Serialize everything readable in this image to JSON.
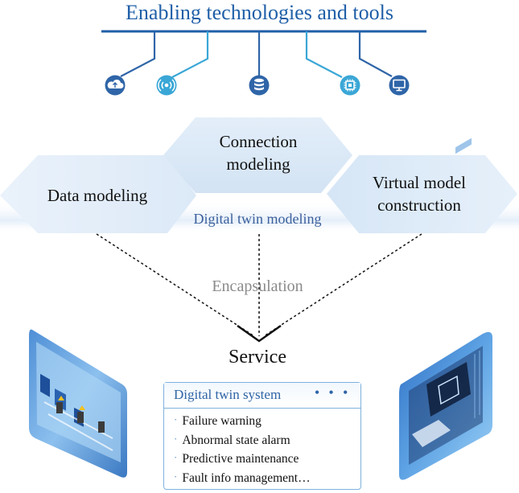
{
  "header": {
    "title": "Enabling technologies and tools"
  },
  "icons": [
    "cloud-upload-icon",
    "wireless-signal-icon",
    "database-icon",
    "chip-icon",
    "monitor-icon"
  ],
  "colors": {
    "title": "#1f5fa8",
    "icon_dark": "#2f65a8",
    "icon_light": "#3aa7d6",
    "box_border": "#7fb2dd"
  },
  "modeling": {
    "group_label": "Digital twin modeling",
    "items": [
      {
        "label_lines": [
          "Data modeling"
        ]
      },
      {
        "label_lines": [
          "Connection",
          "modeling"
        ]
      },
      {
        "label_lines": [
          "Virtual model",
          "construction"
        ]
      }
    ]
  },
  "encapsulation_label": "Encapsulation",
  "service": {
    "label": "Service",
    "system_title": "Digital twin  system",
    "more": "• • •",
    "items": [
      "Failure warning",
      "Abnormal state alarm",
      "Predictive maintenance",
      "Fault info management…"
    ]
  }
}
